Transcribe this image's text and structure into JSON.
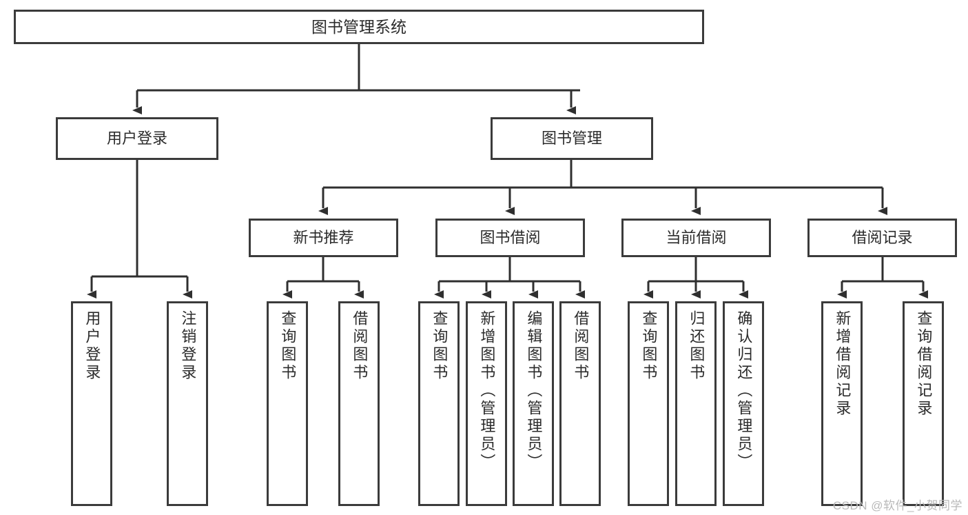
{
  "diagram": {
    "title": "图书管理系统",
    "type": "hierarchy-tree",
    "orientation": "top-down",
    "colors": {
      "box_border": "#3b3b3b",
      "box_fill": "#ffffff",
      "connector": "#2f2f2f",
      "text": "#2b2b2b",
      "watermark": "#b9b9b9"
    },
    "levels": [
      {
        "level": 1,
        "nodes": [
          {
            "id": "root",
            "label": "图书管理系统",
            "orientation": "horizontal"
          }
        ]
      },
      {
        "level": 2,
        "nodes": [
          {
            "id": "login",
            "label": "用户登录",
            "orientation": "horizontal",
            "parent": "root"
          },
          {
            "id": "bookmgmt",
            "label": "图书管理",
            "orientation": "horizontal",
            "parent": "root"
          }
        ]
      },
      {
        "level": 3,
        "nodes": [
          {
            "id": "newbook",
            "label": "新书推荐",
            "orientation": "horizontal",
            "parent": "bookmgmt"
          },
          {
            "id": "borrow",
            "label": "图书借阅",
            "orientation": "horizontal",
            "parent": "bookmgmt"
          },
          {
            "id": "current",
            "label": "当前借阅",
            "orientation": "horizontal",
            "parent": "bookmgmt"
          },
          {
            "id": "records",
            "label": "借阅记录",
            "orientation": "horizontal",
            "parent": "bookmgmt"
          }
        ]
      },
      {
        "level": 4,
        "nodes": [
          {
            "id": "leaf1",
            "label": "用户登录",
            "orientation": "vertical",
            "parent": "login"
          },
          {
            "id": "leaf2",
            "label": "注销登录",
            "orientation": "vertical",
            "parent": "login"
          },
          {
            "id": "leaf3",
            "label": "查询图书",
            "orientation": "vertical",
            "parent": "newbook"
          },
          {
            "id": "leaf4",
            "label": "借阅图书",
            "orientation": "vertical",
            "parent": "newbook"
          },
          {
            "id": "leaf5",
            "label": "查询图书",
            "orientation": "vertical",
            "parent": "borrow"
          },
          {
            "id": "leaf6",
            "label": "新增图书（管理员）",
            "orientation": "vertical",
            "parent": "borrow"
          },
          {
            "id": "leaf7",
            "label": "编辑图书（管理员）",
            "orientation": "vertical",
            "parent": "borrow"
          },
          {
            "id": "leaf8",
            "label": "借阅图书",
            "orientation": "vertical",
            "parent": "borrow"
          },
          {
            "id": "leaf9",
            "label": "查询图书",
            "orientation": "vertical",
            "parent": "current"
          },
          {
            "id": "leaf10",
            "label": "归还图书",
            "orientation": "vertical",
            "parent": "current"
          },
          {
            "id": "leaf11",
            "label": "确认归还（管理员）",
            "orientation": "vertical",
            "parent": "current"
          },
          {
            "id": "leaf12",
            "label": "新增借阅记录",
            "orientation": "vertical",
            "parent": "records"
          },
          {
            "id": "leaf13",
            "label": "查询借阅记录",
            "orientation": "vertical",
            "parent": "records"
          }
        ]
      }
    ]
  },
  "watermark": {
    "text": "CSDN @软件_小贺同学"
  }
}
